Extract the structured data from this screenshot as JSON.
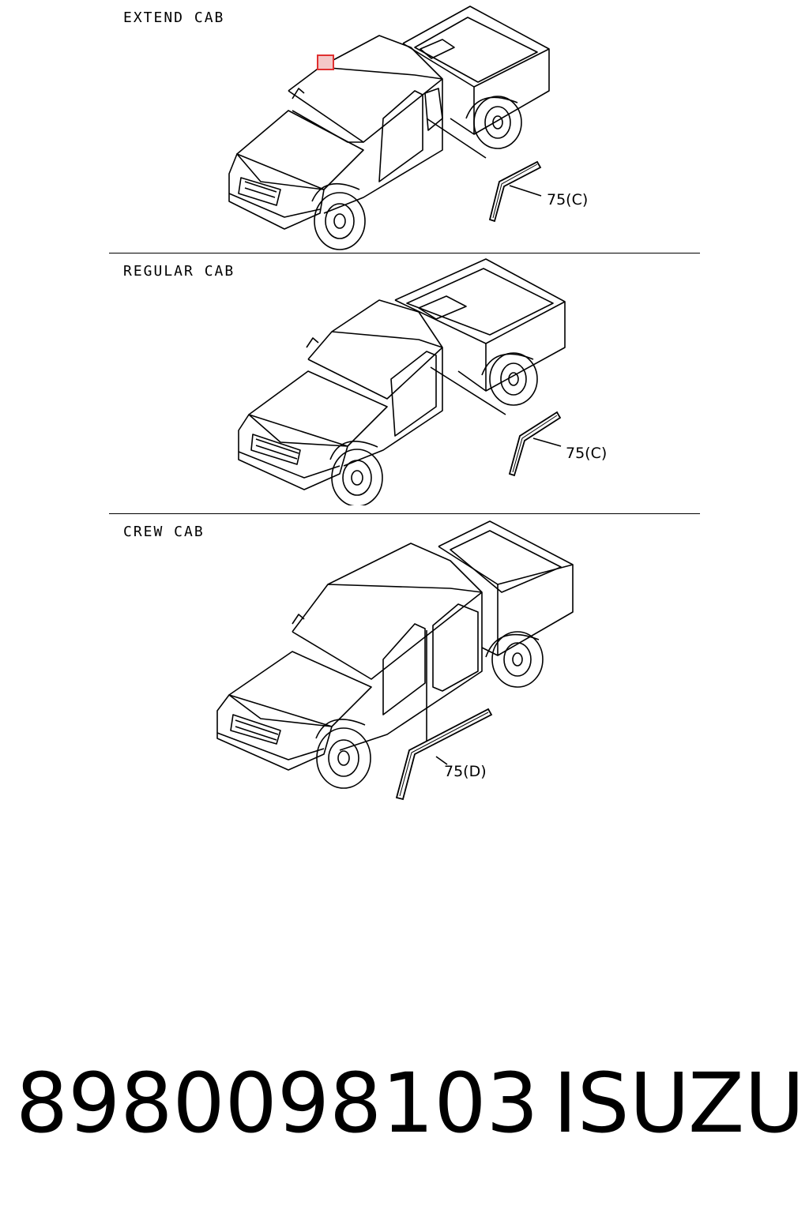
{
  "panels": [
    {
      "title": "EXTEND CAB",
      "callout": "75(C)"
    },
    {
      "title": "REGULAR CAB",
      "callout": "75(C)"
    },
    {
      "title": "CREW CAB",
      "callout": "75(D)"
    }
  ],
  "footer": {
    "part_number": "8980098103",
    "brand": "ISUZU"
  },
  "colors": {
    "line": "#000000",
    "highlight": "#e03030"
  }
}
